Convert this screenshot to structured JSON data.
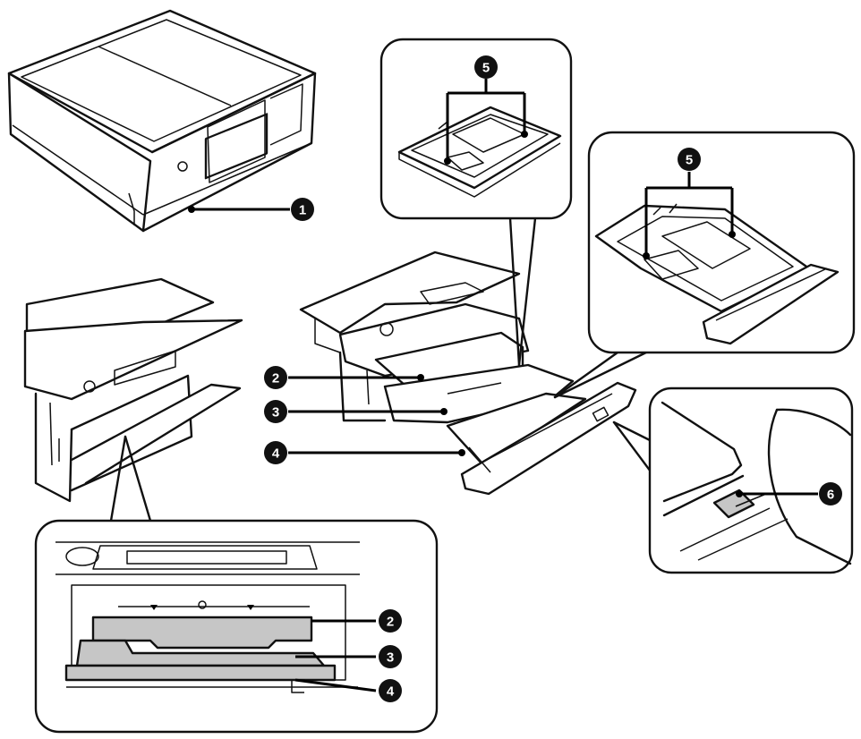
{
  "callouts": {
    "c1": "1",
    "c2": "2",
    "c3": "3",
    "c4": "4",
    "c5": "5",
    "c6": "6"
  },
  "colors": {
    "line": "#111111",
    "tray_fill": "#c6c6c6",
    "badge": "#111111",
    "badge_text": "#ffffff"
  }
}
